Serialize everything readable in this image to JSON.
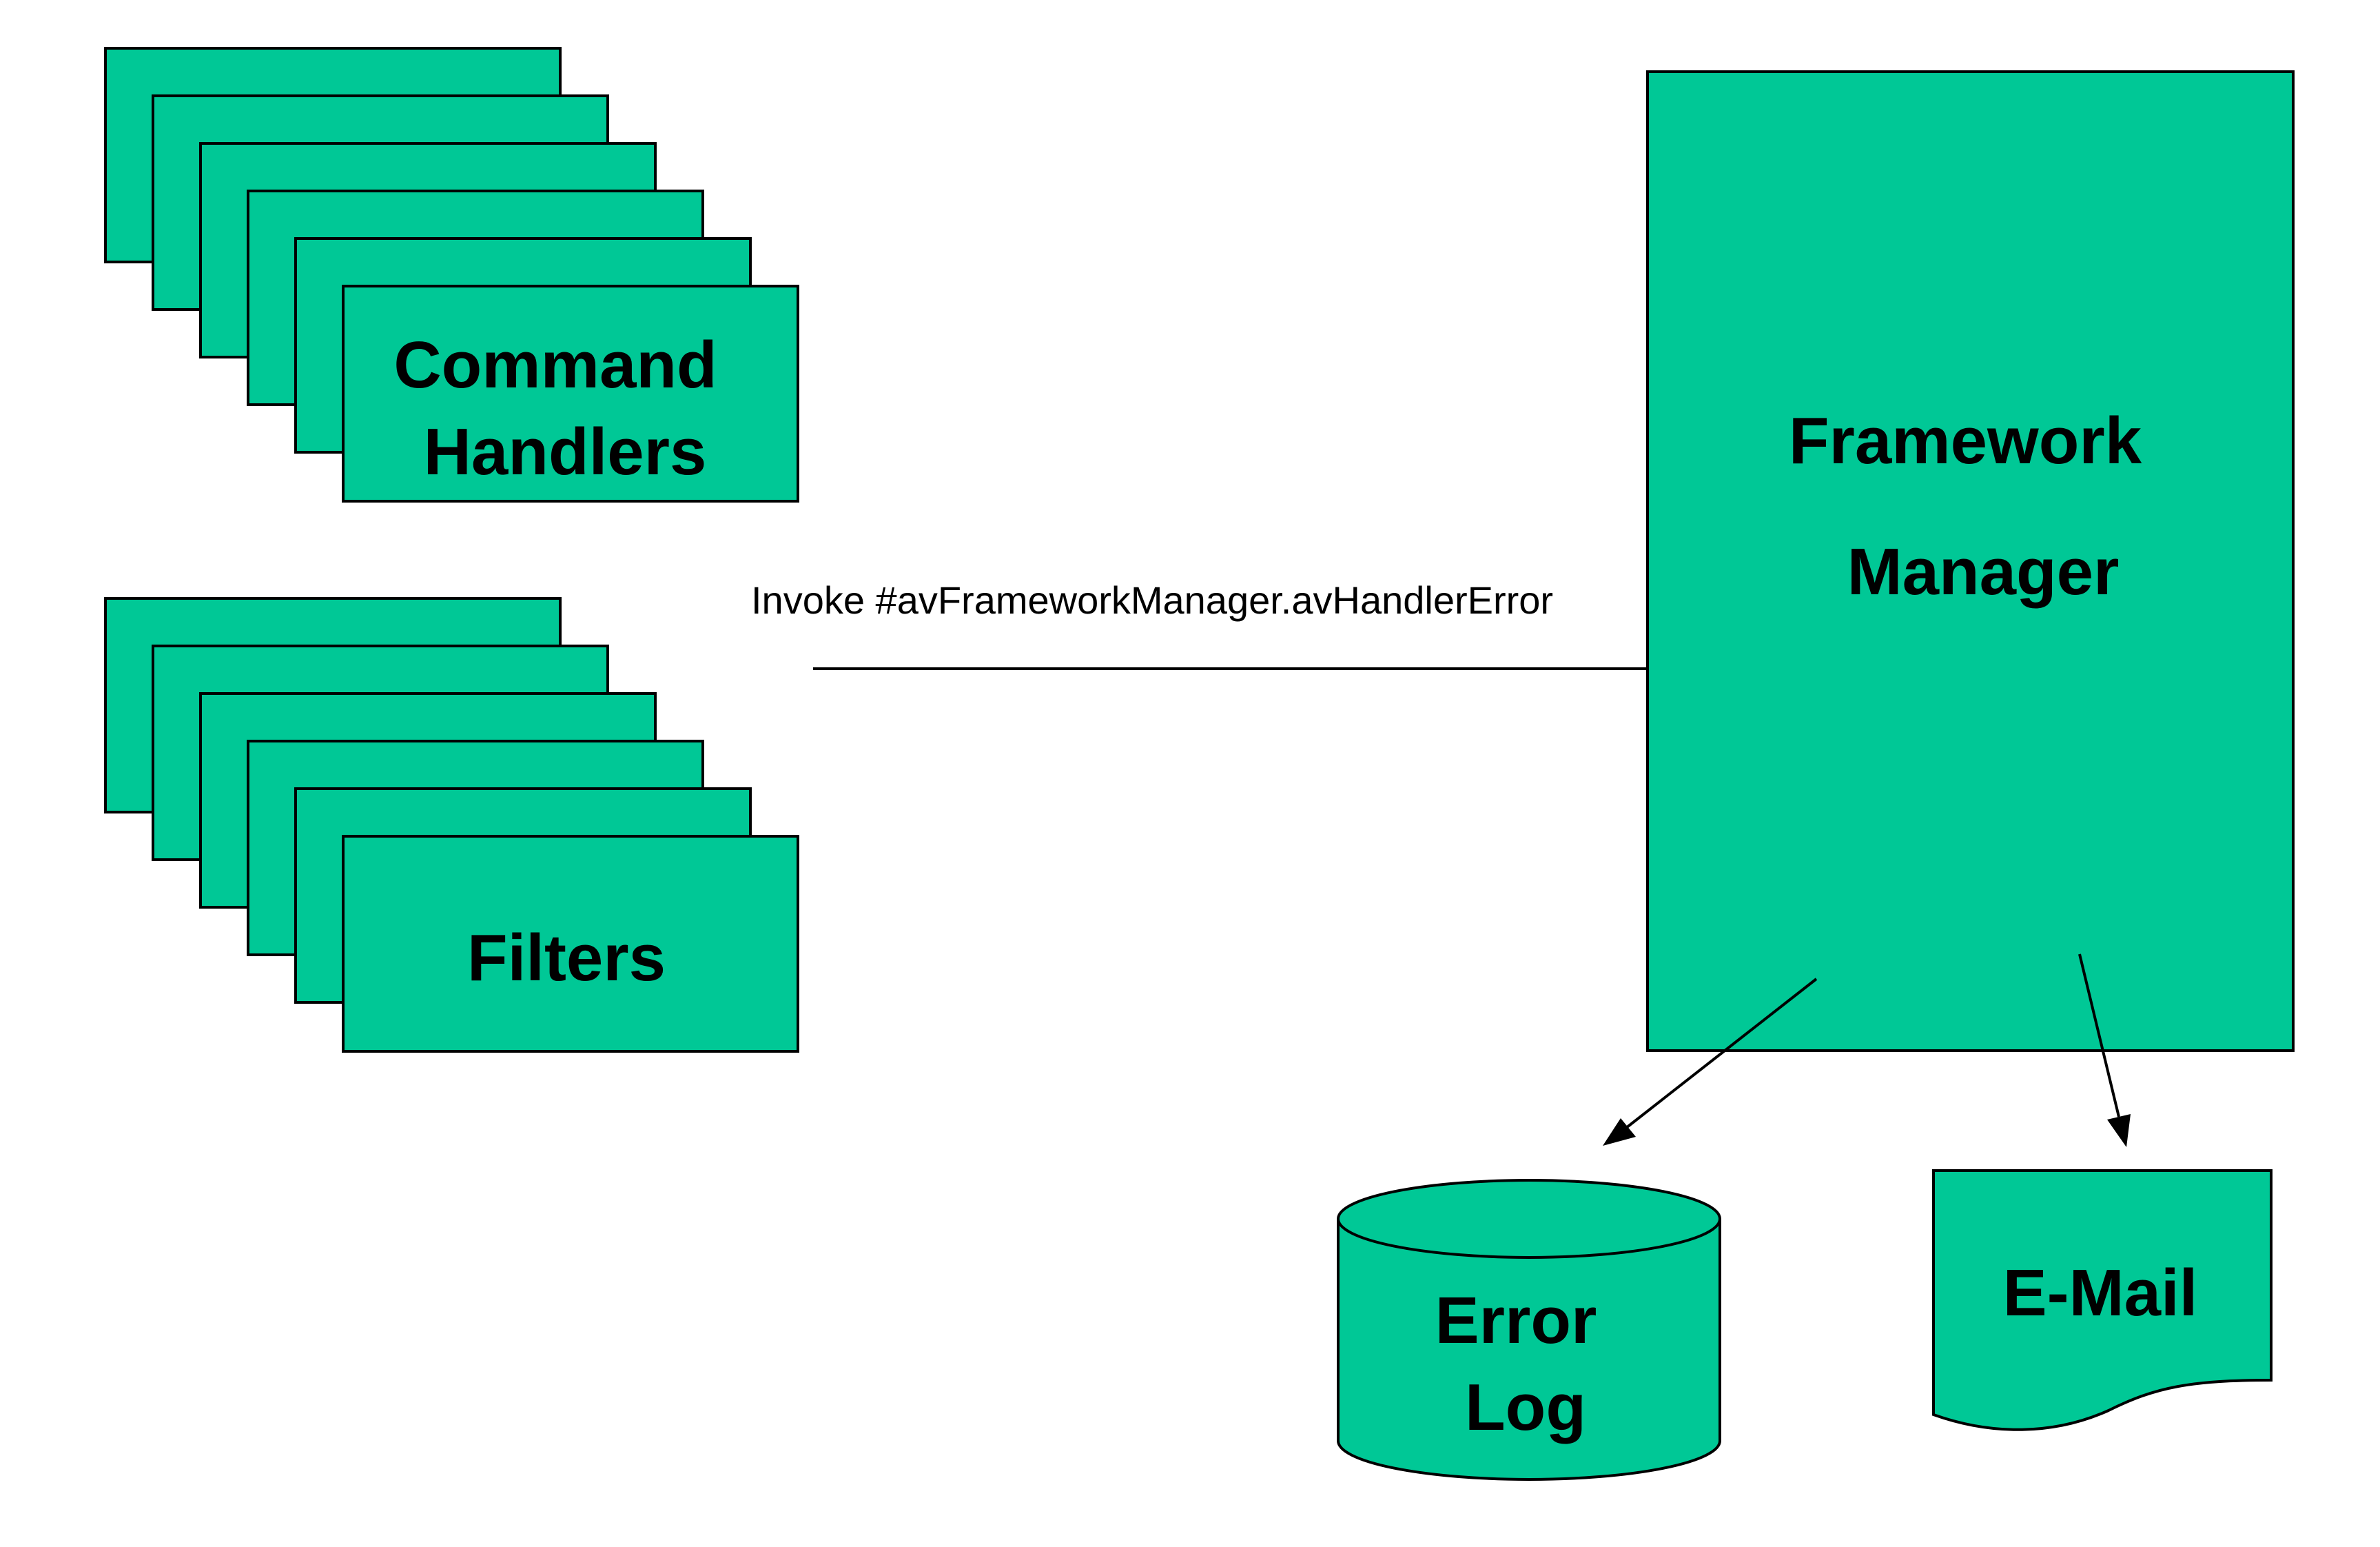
{
  "colors": {
    "fill": "#00C896",
    "stroke": "#000000",
    "background": "#FFFFFF"
  },
  "command_handlers": {
    "line1": "Command",
    "line2": "Handlers"
  },
  "filters": {
    "label": "Filters"
  },
  "invoke_label": "Invoke #avFrameworkManager.avHandlerError",
  "framework_manager": {
    "line1": "Framework",
    "line2": "Manager"
  },
  "error_log": {
    "line1": "Error",
    "line2": "Log"
  },
  "email": {
    "label": "E-Mail"
  }
}
